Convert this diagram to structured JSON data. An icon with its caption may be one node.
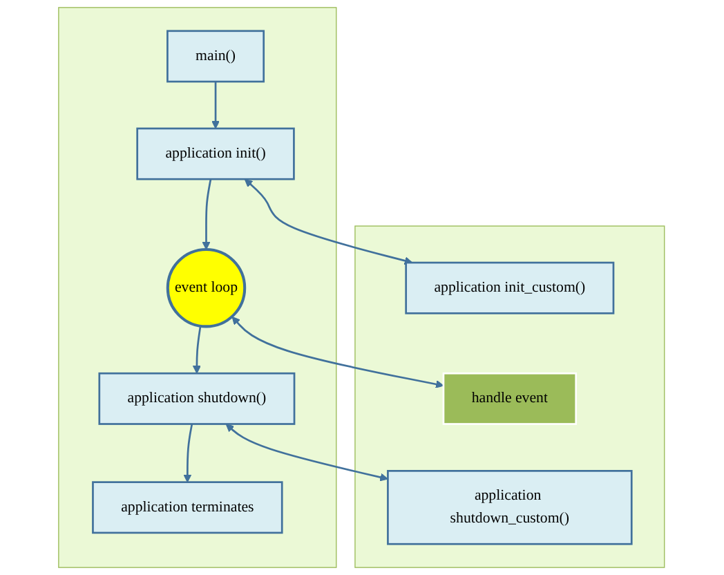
{
  "diagram": {
    "nodes": [
      {
        "text": [],
        "shape": "box"
      },
      {
        "text": [
          "main()"
        ],
        "in": 0
      },
      {
        "text": [
          "application init()"
        ],
        "in": 0
      },
      {
        "text": [
          "event loop"
        ],
        "in": 0
      },
      {
        "text": [
          "application shutdown()"
        ],
        "in": 0
      },
      {
        "text": [
          "application terminates"
        ],
        "in": 0
      },
      {
        "text": [],
        "shape": "box"
      },
      {
        "text": [
          "application init_custom()"
        ],
        "in": 6
      },
      {
        "text": [
          "handle event"
        ],
        "in": 6
      },
      {
        "text": [
          "application shutdown_custom()"
        ],
        "in": 6
      }
    ],
    "edges": [
      {
        "from": 1,
        "to": 2,
        "arrow": "to"
      },
      {
        "from": 2,
        "to": 3,
        "arrow": "to"
      },
      {
        "from": 3,
        "to": 4,
        "arrow": "to"
      },
      {
        "from": 4,
        "to": 5,
        "arrow": "to"
      },
      {
        "from": 2,
        "to": 7,
        "arrow": "both"
      },
      {
        "from": 3,
        "to": 8,
        "arrow": "both"
      },
      {
        "from": 4,
        "to": 9,
        "arrow": "both"
      }
    ]
  }
}
